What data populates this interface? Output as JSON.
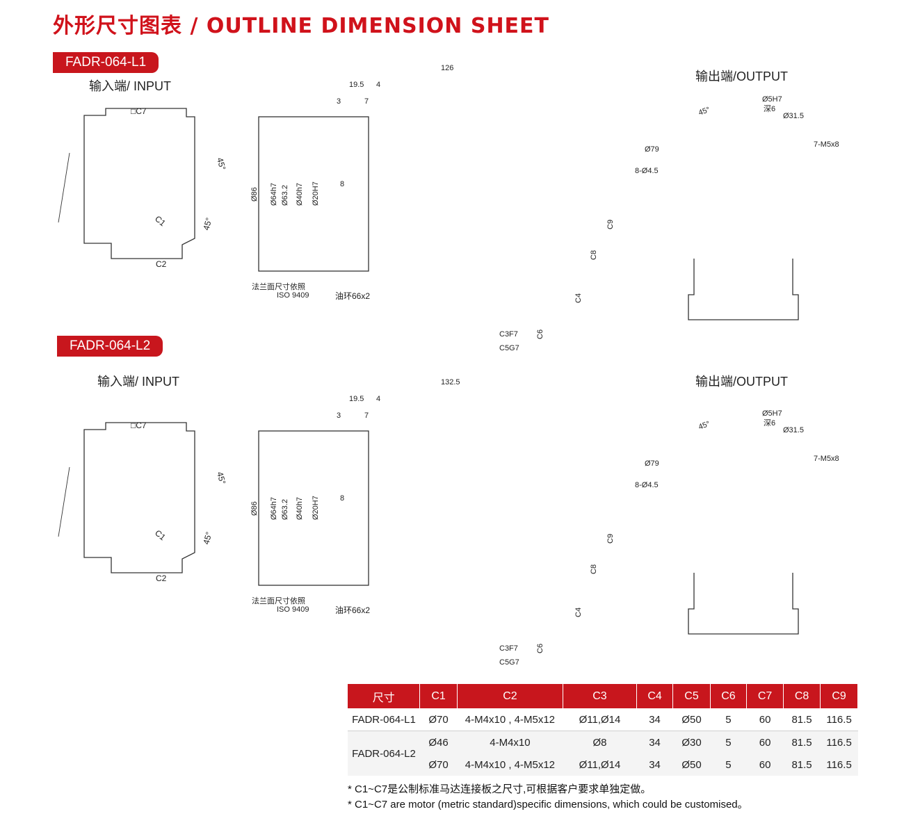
{
  "page_title": "外形尺寸图表 / OUTLINE DIMENSION SHEET",
  "models": [
    {
      "tag": "FADR-064-L1",
      "input_label": "输入端/ INPUT",
      "output_label": "输出端/OUTPUT",
      "input_dims": {
        "square": "□C7",
        "c1": "C1",
        "c2": "C2",
        "angle_top": "45°",
        "angle_bottom": "45°"
      },
      "side_dims": {
        "total": "126",
        "d195": "19.5",
        "d4": "4",
        "d3": "3",
        "d7": "7",
        "d8": "8",
        "phi86": "Ø86",
        "phi64": "Ø64h7",
        "phi632": "Ø63.2",
        "phi40": "Ø40h7",
        "phi20": "Ø20H7",
        "c3": "C3F7",
        "c4": "C4",
        "c5": "C5G7",
        "c6": "C6",
        "c8": "C8",
        "c9": "C9",
        "flange_note_1": "法兰面尺寸依照",
        "flange_note_2": "ISO 9409",
        "oil_ring": "油环66x2"
      },
      "output_dims": {
        "phi5": "Ø5H7",
        "depth": "深6",
        "phi315": "Ø31.5",
        "m5": "7-M5x8",
        "phi79": "Ø79",
        "holes": "8-Ø4.5",
        "angle": "45°"
      }
    },
    {
      "tag": "FADR-064-L2",
      "input_label": "输入端/ INPUT",
      "output_label": "输出端/OUTPUT",
      "input_dims": {
        "square": "□C7",
        "c1": "C1",
        "c2": "C2",
        "angle_top": "45°",
        "angle_bottom": "45°"
      },
      "side_dims": {
        "total": "132.5",
        "d195": "19.5",
        "d4": "4",
        "d3": "3",
        "d7": "7",
        "d8": "8",
        "phi86": "Ø86",
        "phi64": "Ø64h7",
        "phi632": "Ø63.2",
        "phi40": "Ø40h7",
        "phi20": "Ø20H7",
        "c3": "C3F7",
        "c4": "C4",
        "c5": "C5G7",
        "c6": "C6",
        "c8": "C8",
        "c9": "C9",
        "flange_note_1": "法兰面尺寸依照",
        "flange_note_2": "ISO 9409",
        "oil_ring": "油环66x2"
      },
      "output_dims": {
        "phi5": "Ø5H7",
        "depth": "深6",
        "phi315": "Ø31.5",
        "m5": "7-M5x8",
        "phi79": "Ø79",
        "holes": "8-Ø4.5",
        "angle": "45°"
      }
    }
  ],
  "table": {
    "headers": [
      "尺寸",
      "C1",
      "C2",
      "C3",
      "C4",
      "C5",
      "C6",
      "C7",
      "C8",
      "C9"
    ],
    "row1": {
      "model": "FADR-064-L1",
      "cells": [
        "Ø70",
        "4-M4x10 , 4-M5x12",
        "Ø11,Ø14",
        "34",
        "Ø50",
        "5",
        "60",
        "81.5",
        "116.5"
      ]
    },
    "row2": {
      "model": "FADR-064-L2",
      "cells": [
        "Ø46",
        "4-M4x10",
        "Ø8",
        "34",
        "Ø30",
        "5",
        "60",
        "81.5",
        "116.5"
      ]
    },
    "row3": {
      "cells": [
        "Ø70",
        "4-M4x10 , 4-M5x12",
        "Ø11,Ø14",
        "34",
        "Ø50",
        "5",
        "60",
        "81.5",
        "116.5"
      ]
    }
  },
  "footnotes": {
    "cn": "* C1~C7是公制标准马达连接板之尺寸,可根据客户要求单独定做。",
    "en": "* C1~C7 are motor (metric standard)specific dimensions, which could be customised。"
  },
  "colors": {
    "accent": "#c8161d",
    "title": "#d0121b",
    "line": "#333333"
  }
}
